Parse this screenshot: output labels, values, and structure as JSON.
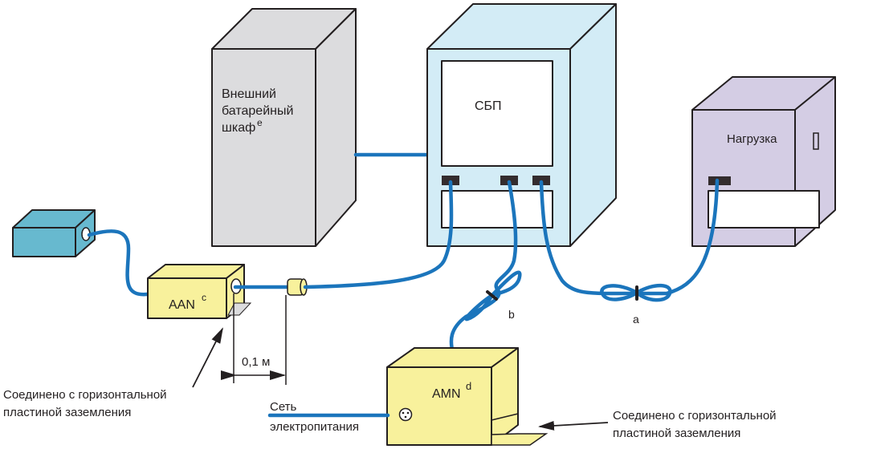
{
  "figure": {
    "colors": {
      "battery_cabinet": "#dcdcde",
      "ups": "#d3ecf6",
      "load": "#d4cde4",
      "aan": "#f8f19c",
      "amn": "#f8f19c",
      "aux_device": "#67b9cf",
      "cable": "#1b75bc",
      "connector": "#332c2e",
      "outline": "#231f20",
      "ground_plate": "#dcdcde"
    },
    "battery_cabinet": {
      "line1": "Внешний",
      "line2": "батарейный",
      "line3": "шкаф",
      "superscript": "e"
    },
    "ups": {
      "label": "СБП"
    },
    "load": {
      "label": "Нагрузка"
    },
    "aan": {
      "label": "AAN",
      "superscript": "c"
    },
    "amn": {
      "label": "AMN",
      "superscript": "d"
    },
    "bundle_a": {
      "label": "a"
    },
    "bundle_b": {
      "label": "b"
    },
    "distance": {
      "label": "0,1 м"
    },
    "mains": {
      "line1": "Сеть",
      "line2": "электропитания"
    },
    "ground_note_left": {
      "line1": "Соединено с горизонтальной",
      "line2": "пластиной заземления"
    },
    "ground_note_right": {
      "line1": "Соединено с горизонтальной",
      "line2": "пластиной заземления"
    }
  }
}
